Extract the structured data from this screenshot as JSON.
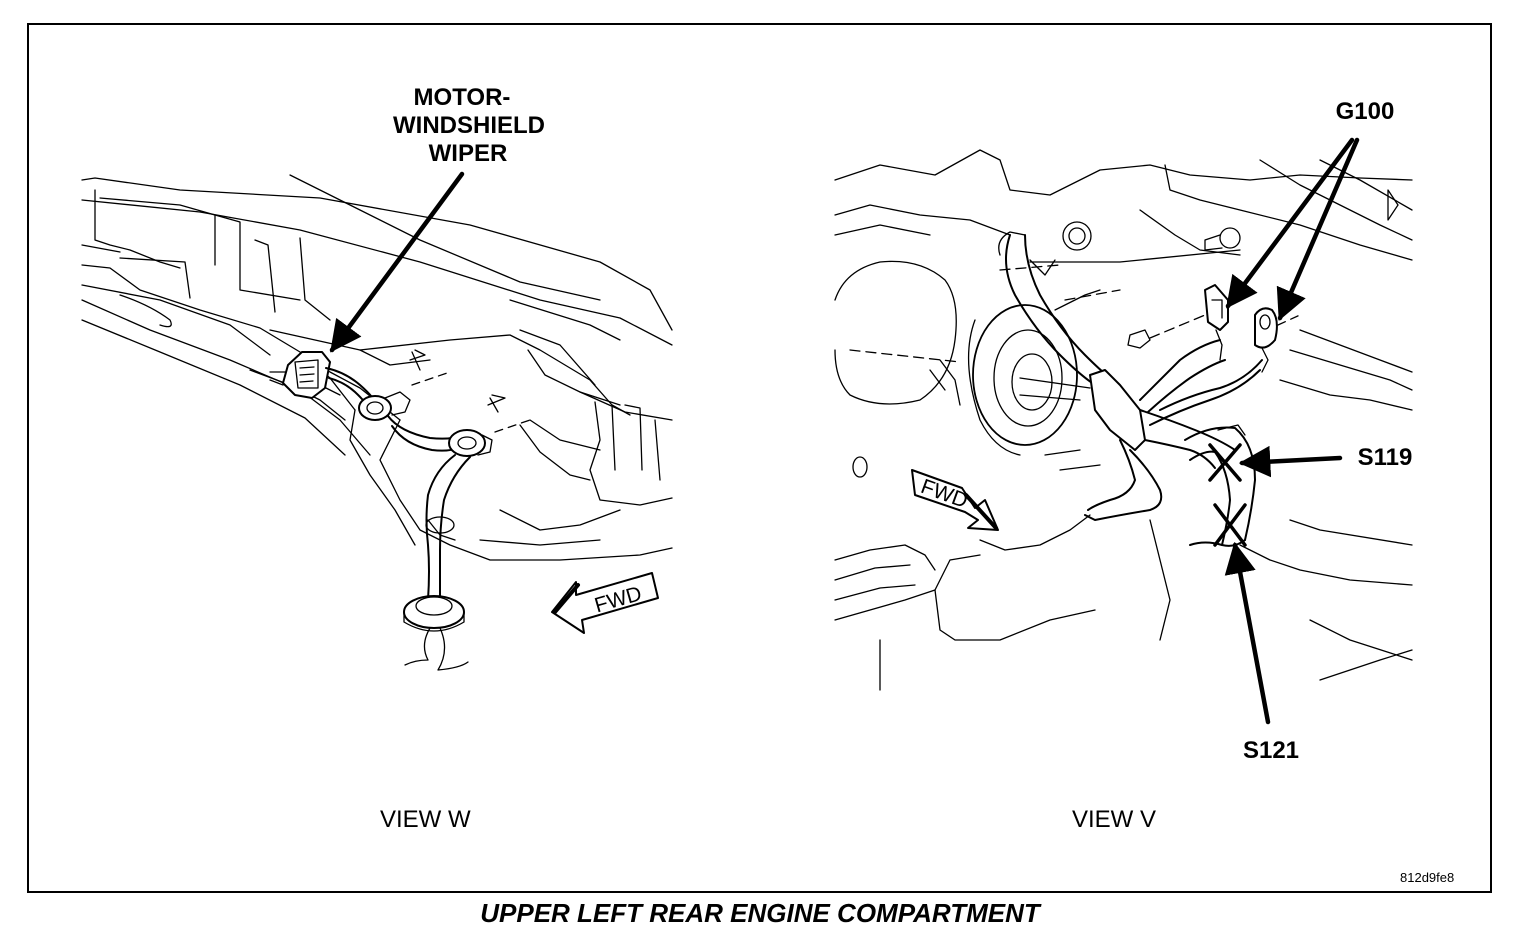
{
  "figure": {
    "caption": "UPPER LEFT REAR ENGINE COMPARTMENT",
    "figure_code": "812d9fe8"
  },
  "view_w": {
    "label": "VIEW W",
    "callout_line1": "MOTOR-",
    "callout_line2": "WINDSHIELD",
    "callout_line3": "WIPER",
    "direction": "FWD"
  },
  "view_v": {
    "label": "VIEW V",
    "callout_g100": "G100",
    "callout_s119": "S119",
    "callout_s121": "S121",
    "direction": "FWD"
  },
  "icons": [
    "arrow-head-icon",
    "fwd-arrow-icon",
    "splice-x-mark-icon"
  ]
}
